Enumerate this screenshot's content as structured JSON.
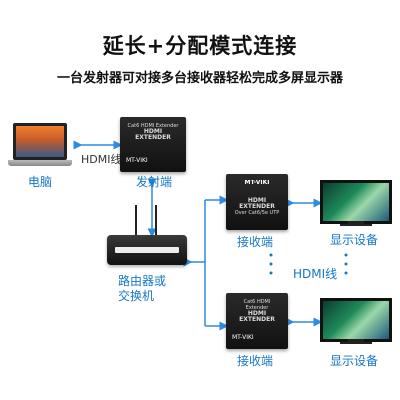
{
  "title": "延长+分配模式连接",
  "subtitle": "一台发射器可对接多台接收器轻松完成多屏显示器",
  "nodes": {
    "laptop": {
      "label": "电脑"
    },
    "transmitter": {
      "label": "发射端",
      "face_top": "Cat6 HDMI Extender",
      "face_mid": "HDMI EXTENDER",
      "brand": "MT-VIKI"
    },
    "router": {
      "label_line1": "路由器或",
      "label_line2": "交换机"
    },
    "receiver_top": {
      "label": "接收端",
      "face_top": "MT-VIKI",
      "face_mid": "HDMI EXTENDER",
      "face_small": "Over Cat6/5e UTP"
    },
    "receiver_bottom": {
      "label": "接收端",
      "face_top": "Cat6 HDMI Extender",
      "face_mid": "HDMI EXTENDER",
      "brand": "MT-VIKI"
    },
    "display_top": {
      "label": "显示设备"
    },
    "display_bottom": {
      "label": "显示设备"
    }
  },
  "links": {
    "hdmi_left": "HDMI线",
    "hdmi_right": "HDMI线"
  },
  "colors": {
    "accent": "#1677c8",
    "arrow": "#2d8be0"
  }
}
